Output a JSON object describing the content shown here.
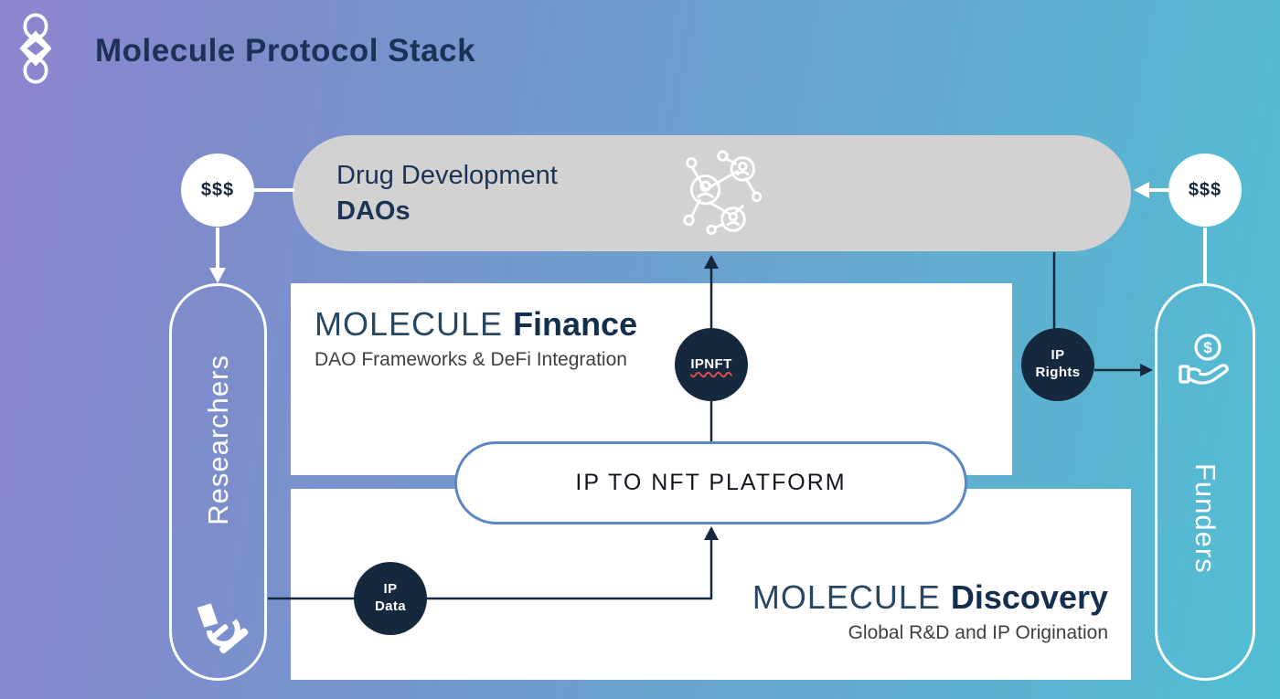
{
  "header": {
    "title": "Molecule Protocol Stack"
  },
  "nodes": {
    "daos_pill": {
      "line1": "Drug Development",
      "line2": "DAOs"
    },
    "money_left": {
      "label": "$$$"
    },
    "money_right": {
      "label": "$$$"
    },
    "researchers": {
      "label": "Researchers"
    },
    "funders": {
      "label": "Funders"
    },
    "finance": {
      "brand": "MOLECULE ",
      "name": "Finance",
      "subtitle": "DAO Frameworks & DeFi Integration"
    },
    "discovery": {
      "brand": "MOLECULE ",
      "name": "Discovery",
      "subtitle": "Global R&D and IP Origination"
    },
    "platform": {
      "label": "IP TO NFT PLATFORM"
    },
    "ipnft": {
      "label": "IPNFT"
    },
    "ip_rights": {
      "line1": "IP",
      "line2": "Rights"
    },
    "ip_data": {
      "line1": "IP",
      "line2": "Data"
    }
  },
  "icons": {
    "logo": "molecule-logo-icon",
    "dao_network": "dao-network-icon",
    "microscope": "microscope-icon",
    "coin_hand": "coin-hand-icon",
    "coin_symbol": "$"
  },
  "colors": {
    "gradient_start": "#8e85cf",
    "gradient_end": "#52bed2",
    "navy": "#16283e",
    "gray_pill": "#d2d2d2",
    "platform_border": "#5b87c5",
    "title_navy": "#1b3156",
    "squiggle_red": "#d94f4f",
    "white": "#ffffff"
  }
}
